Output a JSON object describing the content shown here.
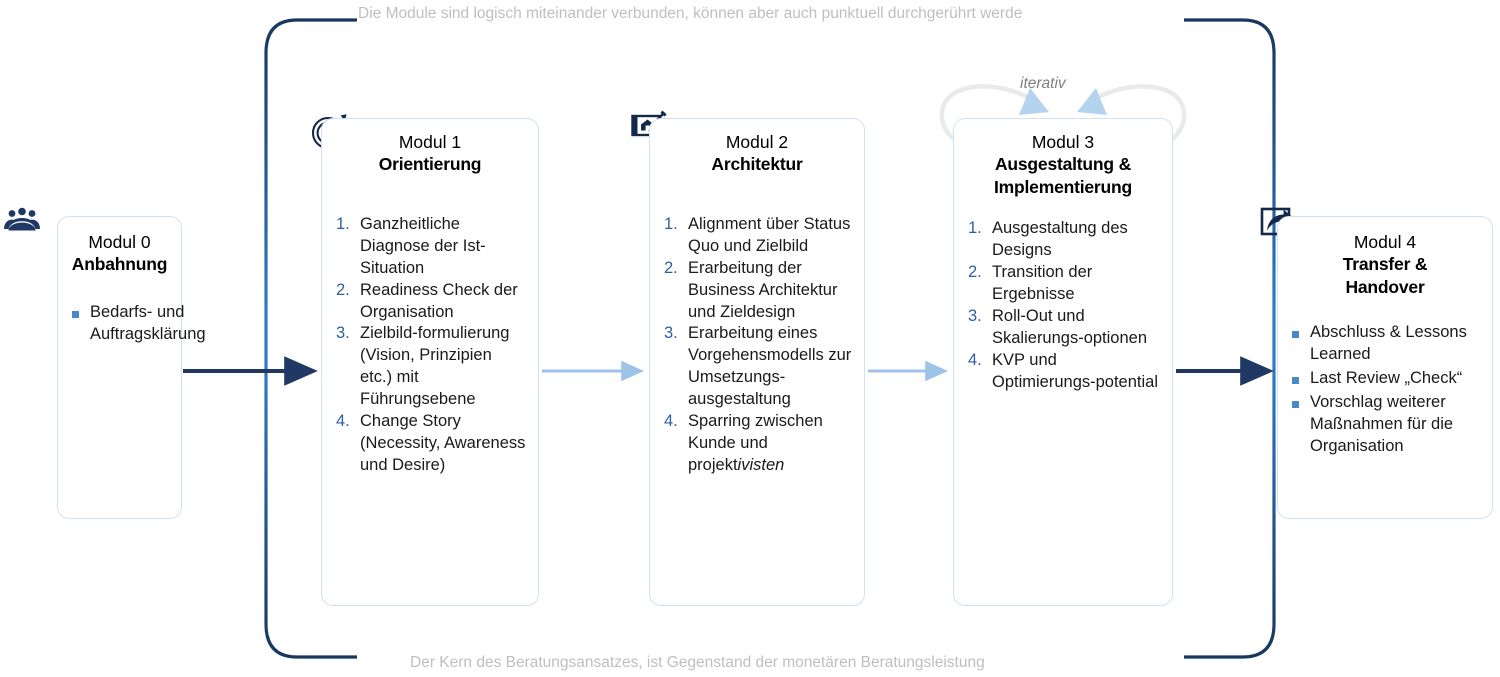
{
  "diagram": {
    "caption_top": "Die Module sind logisch miteinander verbunden, können aber auch punktuell durchgerührt werde",
    "caption_bottom": "Der Kern des Beratungsansatzes, ist Gegenstand der monetären Beratungsleistung",
    "loop_label": "iterativ",
    "colors": {
      "dark_blue": "#1f3864",
      "bracket_blue": "#1b4f9c",
      "card_border": "#cfe2f3",
      "number_blue": "#2e5fa3",
      "bullet_blue": "#4a89c8",
      "arrow_light": "#9dc3e6",
      "caption_grey": "#bfbfbf",
      "loop_grey": "#7f7f7f"
    }
  },
  "modules": [
    {
      "id": "module-0",
      "eyebrow": "Modul 0",
      "title": "Anbahnung",
      "icon": "people-icon",
      "list_type": "bullet",
      "items": [
        "Bedarfs- und Auftragsklärung"
      ]
    },
    {
      "id": "module-1",
      "eyebrow": "Modul 1",
      "title": "Orientierung",
      "icon": "target-dart-icon",
      "list_type": "numbered",
      "items": [
        "Ganzheitliche Diagnose der Ist-Situation",
        "Readiness Check der Organisation",
        "Zielbild-formulierung (Vision, Prinzipien etc.) mit Führungsebene",
        "Change Story (Necessity, Awareness und Desire)"
      ]
    },
    {
      "id": "module-2",
      "eyebrow": "Modul 2",
      "title": "Architektur",
      "icon": "blueprint-house-icon",
      "list_type": "numbered",
      "items": [
        "Alignment über Status Quo und Zielbild",
        "Erarbeitung der Business Architektur und Zieldesign",
        "Erarbeitung eines Vorgehensmodells zur Umsetzungs-ausgestaltung",
        "Sparring zwischen Kunde und projektivisten"
      ]
    },
    {
      "id": "module-3",
      "eyebrow": "Modul 3",
      "title": "Ausgestaltung & Implementierung",
      "icon": "none",
      "list_type": "numbered",
      "items": [
        "Ausgestaltung des Designs",
        "Transition der Ergebnisse",
        "Roll-Out und Skalierungs-optionen",
        "KVP und Optimierungs-potential"
      ]
    },
    {
      "id": "module-4",
      "eyebrow": "Modul 4",
      "title": "Transfer & Handover",
      "icon": "share-export-icon",
      "list_type": "bullet",
      "items": [
        "Abschluss & Lessons Learned",
        "Last Review „Check“",
        "Vorschlag weiterer Maßnahmen für die Organisation"
      ]
    }
  ]
}
